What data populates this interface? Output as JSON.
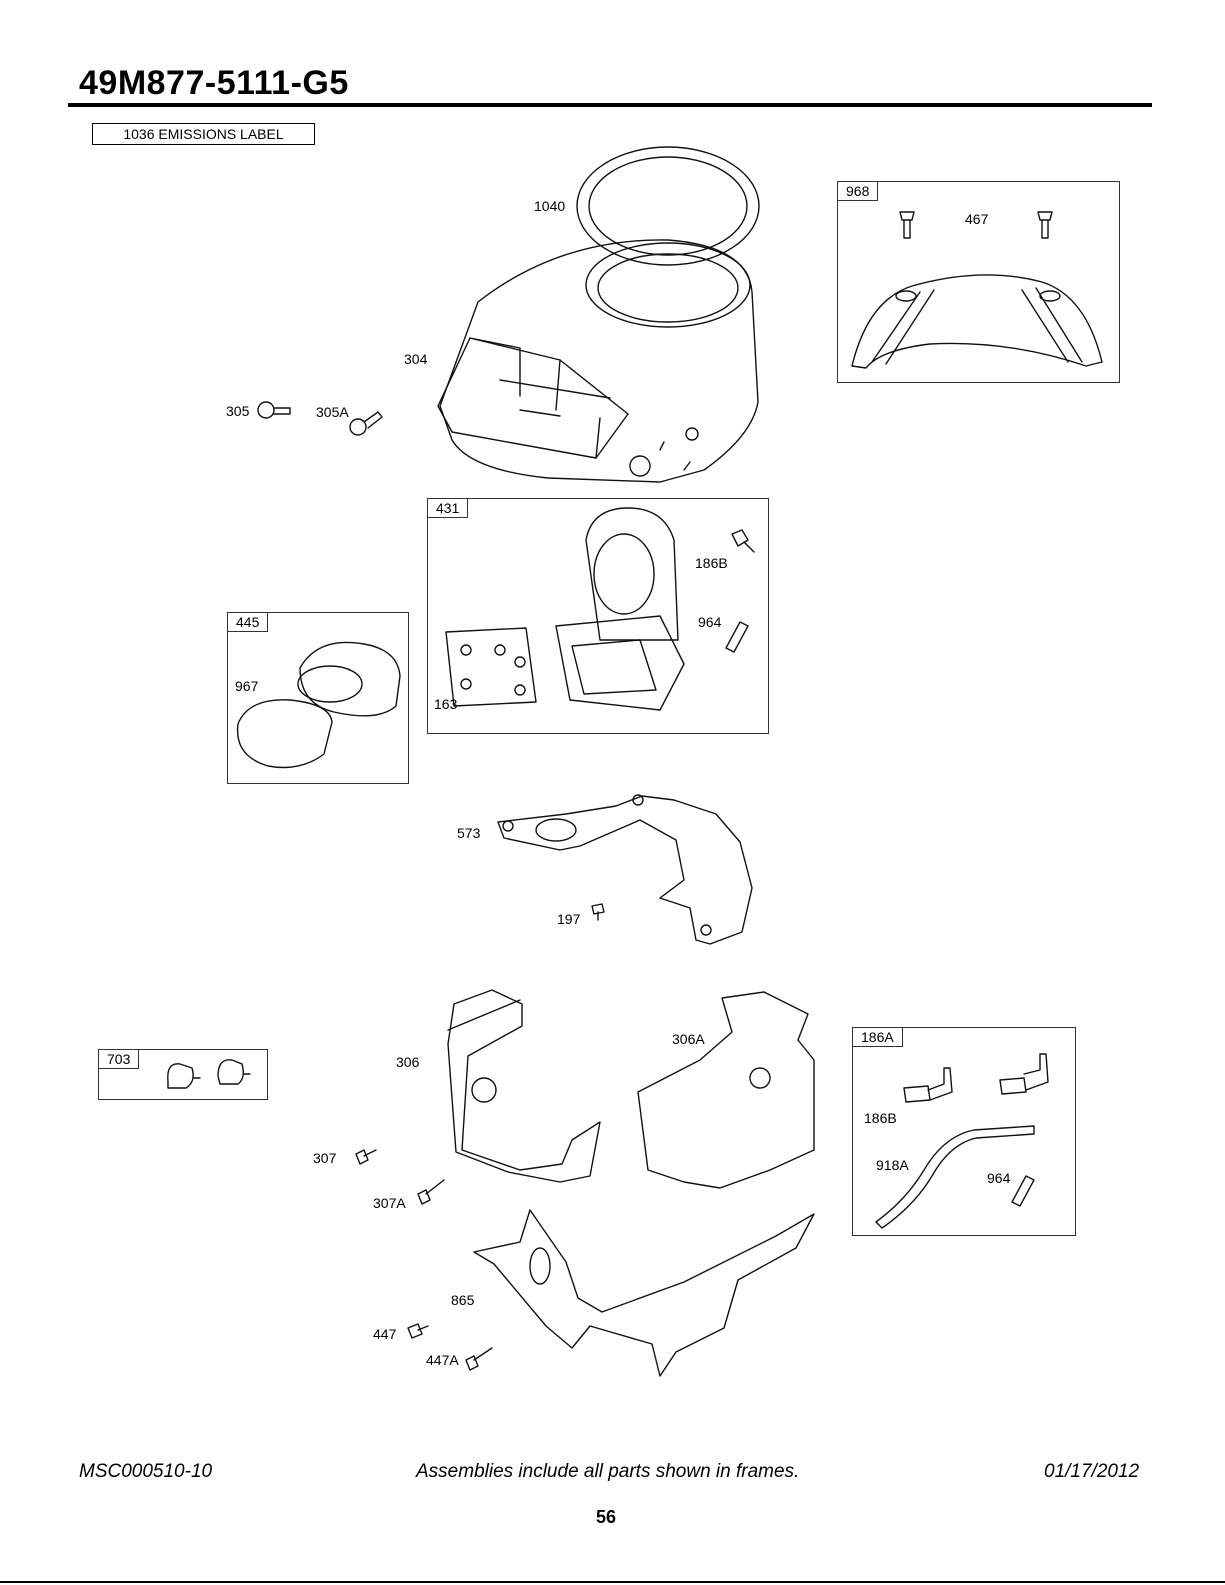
{
  "document": {
    "title": "49M877-5111-G5",
    "emissions_label": "1036 EMISSIONS LABEL"
  },
  "frames": {
    "f968": {
      "tag": "968",
      "parts": [
        "467"
      ]
    },
    "f431": {
      "tag": "431",
      "parts": [
        "186B",
        "964",
        "163"
      ]
    },
    "f445": {
      "tag": "445",
      "parts": [
        "967"
      ]
    },
    "f703": {
      "tag": "703"
    },
    "f186A": {
      "tag": "186A",
      "parts": [
        "186B",
        "918A",
        "964"
      ]
    }
  },
  "callouts": {
    "p1040": "1040",
    "p304": "304",
    "p305": "305",
    "p305A": "305A",
    "p573": "573",
    "p197": "197",
    "p306": "306",
    "p306A": "306A",
    "p307": "307",
    "p307A": "307A",
    "p865": "865",
    "p447": "447",
    "p447A": "447A"
  },
  "footer": {
    "left": "MSC000510-10",
    "center": "Assemblies include all parts shown in frames.",
    "right": "01/17/2012",
    "page_number": "56"
  },
  "icons": [
    "bolt-icon",
    "screw-icon",
    "clip-icon",
    "fitting-icon"
  ]
}
